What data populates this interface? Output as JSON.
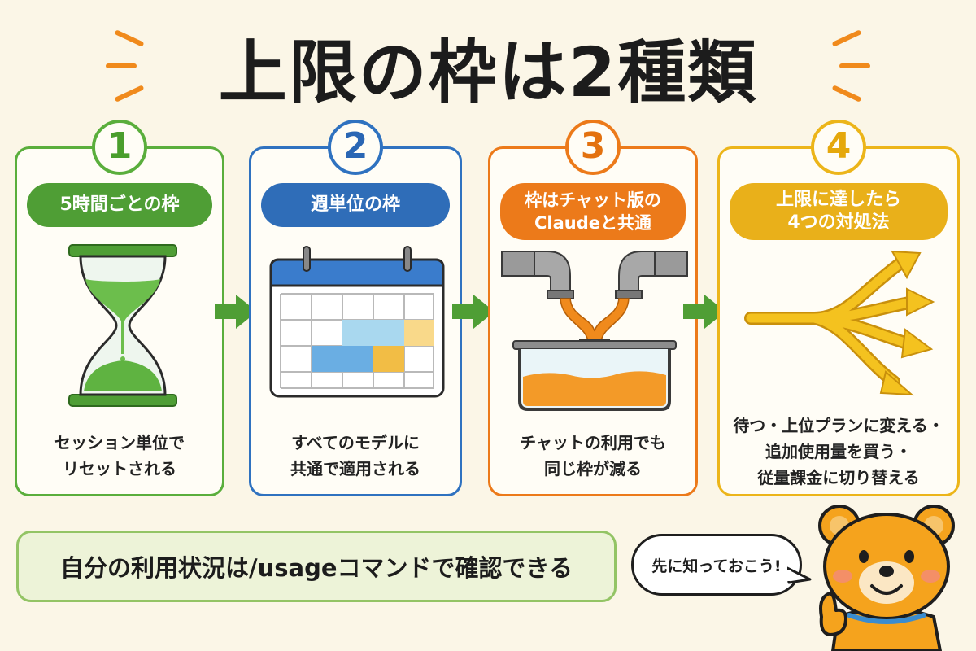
{
  "title": "上限の枠は2種類",
  "colors": {
    "green": "#4f9e35",
    "blue": "#2f6db8",
    "orange": "#ec7a1a",
    "yellow": "#e9b01a",
    "background": "#fbf6e7"
  },
  "cards": [
    {
      "number": "1",
      "heading_lines": [
        "5時間ごとの枠"
      ],
      "illustration": "hourglass-icon",
      "caption_lines": [
        "セッション単位で",
        "リセットされる"
      ]
    },
    {
      "number": "2",
      "heading_lines": [
        "週単位の枠"
      ],
      "illustration": "calendar-icon",
      "caption_lines": [
        "すべてのモデルに",
        "共通で適用される"
      ]
    },
    {
      "number": "3",
      "heading_lines": [
        "枠はチャット版の",
        "Claudeと共通"
      ],
      "illustration": "shared-pipes-tank-icon",
      "caption_lines": [
        "チャットの利用でも",
        "同じ枠が減る"
      ]
    },
    {
      "number": "4",
      "heading_lines": [
        "上限に達したら",
        "4つの対処法"
      ],
      "illustration": "branching-arrows-icon",
      "caption_lines": [
        "待つ・上位プランに変える・",
        "追加使用量を買う・",
        "従量課金に切り替える"
      ]
    }
  ],
  "bottom_note": "自分の利用状況は/usageコマンドで確認できる",
  "speech_bubble": "先に知っておこう!",
  "mascot": "bear-mascot-icon"
}
